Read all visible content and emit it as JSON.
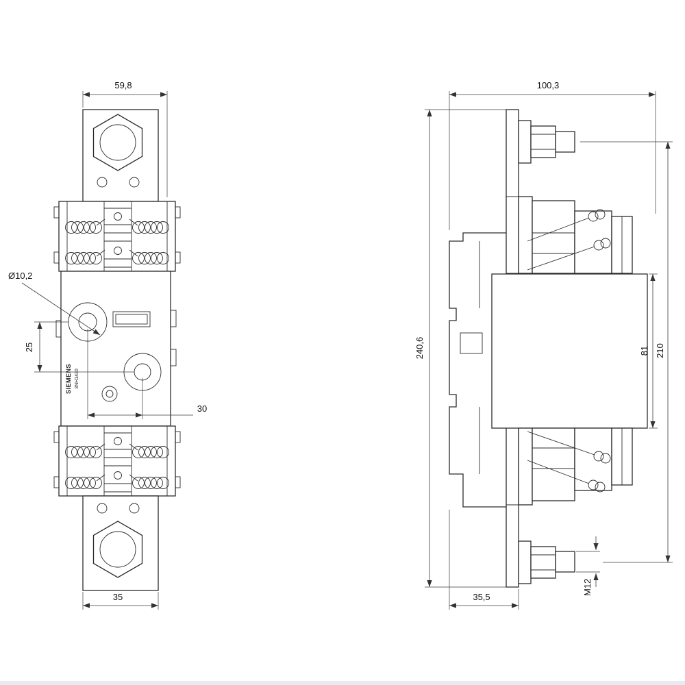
{
  "brand_label": {
    "name": "SIEMENS",
    "model": "3NH1430"
  },
  "front_view": {
    "dims": {
      "top_width": "59,8",
      "hole_diameter": "Ø10,2",
      "vertical_pitch": "25",
      "horizontal_pitch": "30",
      "bottom_width": "35"
    }
  },
  "side_view": {
    "dims": {
      "top_width": "100,3",
      "overall_height": "240,6",
      "body_height": "81",
      "terminal_pitch": "210",
      "bottom_width": "35,5",
      "thread_size": "M12"
    }
  }
}
